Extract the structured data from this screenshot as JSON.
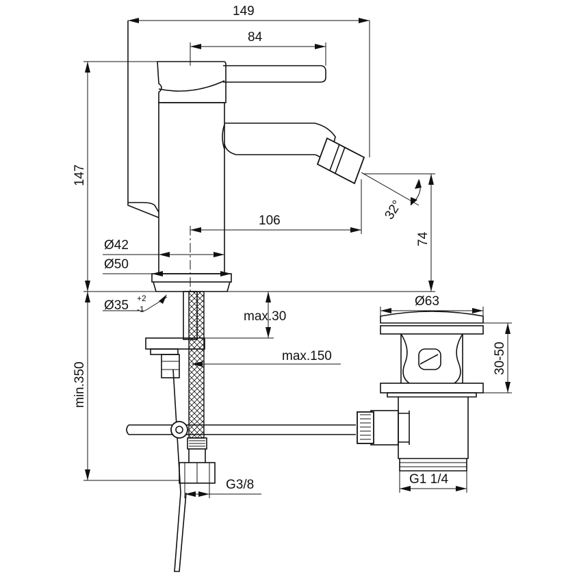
{
  "dimensions": {
    "overall_width": "149",
    "lever_length": "84",
    "height": "147",
    "spout_reach": "106",
    "angle": "32°",
    "spout_height": "74",
    "body_diameter": "Ø42",
    "base_diameter": "Ø50",
    "hole_diameter": "Ø35",
    "tolerance_plus": "+2",
    "tolerance_minus": "-1",
    "max_deck_thickness": "max.30",
    "max_rod_length": "max.150",
    "waste_diameter": "Ø63",
    "waste_stroke": "30-50",
    "min_hose_length": "min.350",
    "hose_thread": "G3/8",
    "waste_thread": "G1 1/4"
  }
}
